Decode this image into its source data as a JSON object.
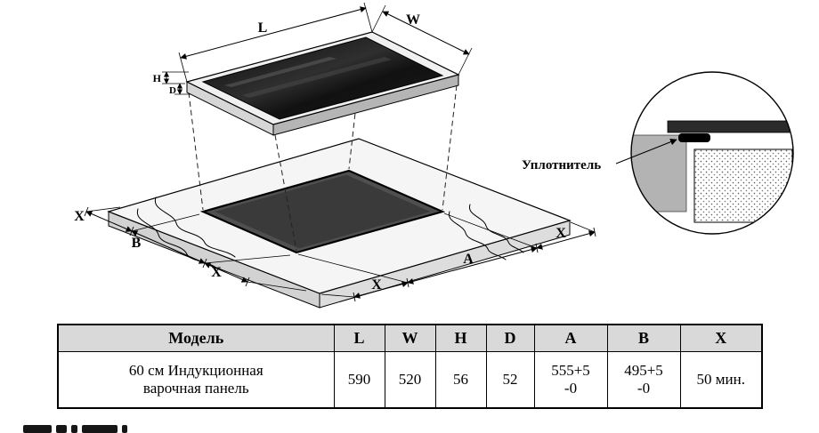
{
  "diagram": {
    "labels": {
      "L": "L",
      "W": "W",
      "H": "H",
      "D": "D",
      "A": "A",
      "B": "B",
      "X": "X",
      "seal": "Уплотнитель"
    }
  },
  "table": {
    "headers": [
      "Модель",
      "L",
      "W",
      "H",
      "D",
      "A",
      "B",
      "X"
    ],
    "row": {
      "model_line1": "60 см Индукционная",
      "model_line2": "варочная панель",
      "l": "590",
      "w": "520",
      "h": "56",
      "d": "52",
      "a_line1": "555+5",
      "a_line2": "-0",
      "b_line1": "495+5",
      "b_line2": "-0",
      "x": "50 мин."
    }
  }
}
